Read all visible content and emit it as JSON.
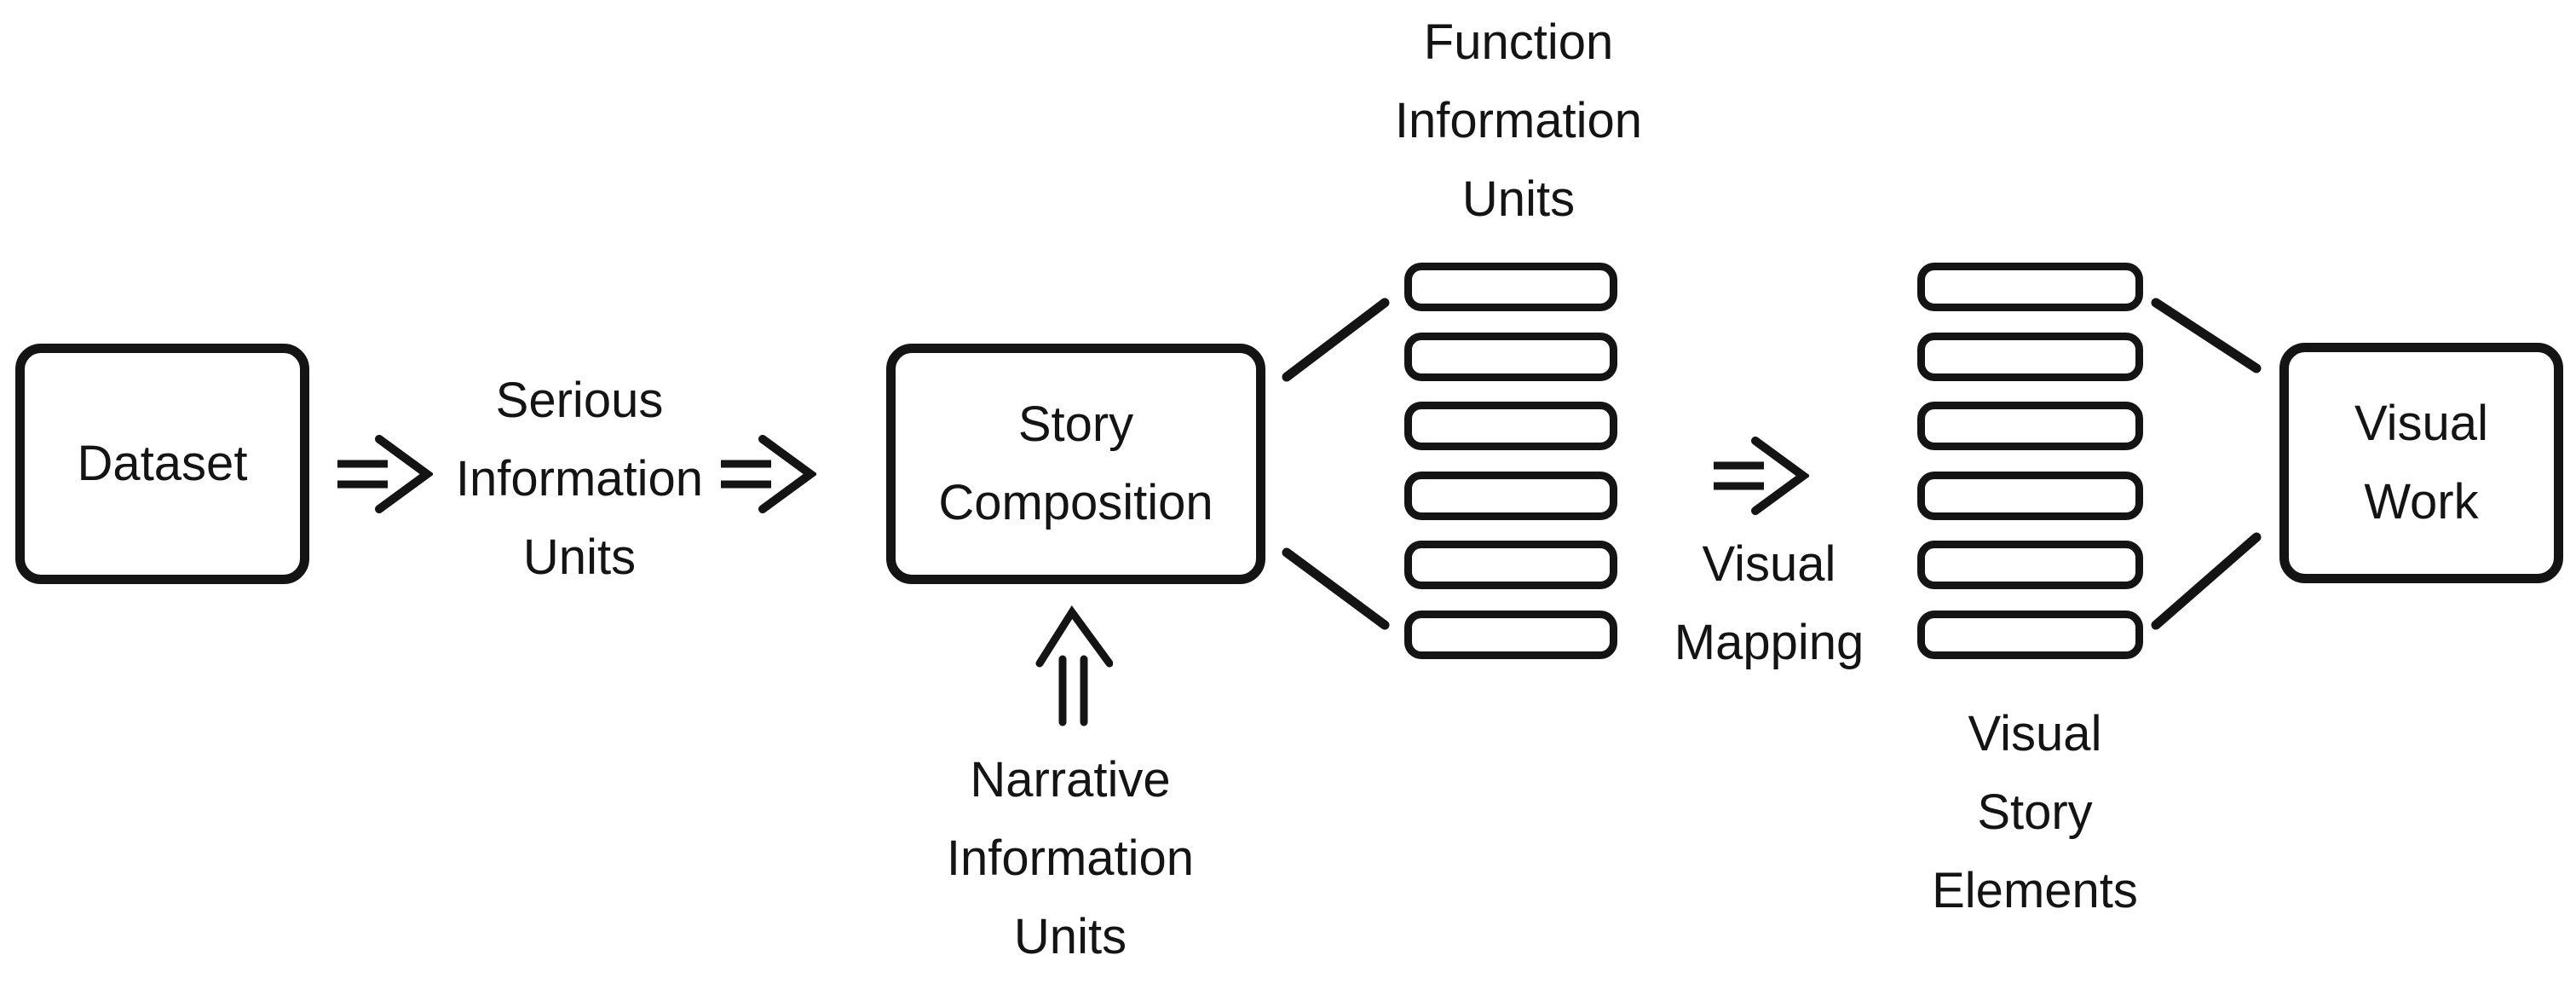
{
  "diagram": {
    "background": "#ffffff",
    "stroke_color": "#141414",
    "nodes": {
      "dataset": {
        "label": "Dataset"
      },
      "story_composition": {
        "label": "Story\nComposition"
      },
      "visual_work": {
        "label": "Visual\nWork"
      }
    },
    "labels": {
      "serious_information_units": "Serious\nInformation\nUnits",
      "function_information_units": "Function\nInformation\nUnits",
      "narrative_information_units": "Narrative\nInformation\nUnits",
      "visual_mapping": "Visual\nMapping",
      "visual_story_elements": "Visual\nStory\nElements"
    },
    "stacks": {
      "function_information_units": {
        "count": 6
      },
      "visual_story_elements": {
        "count": 6
      }
    }
  }
}
